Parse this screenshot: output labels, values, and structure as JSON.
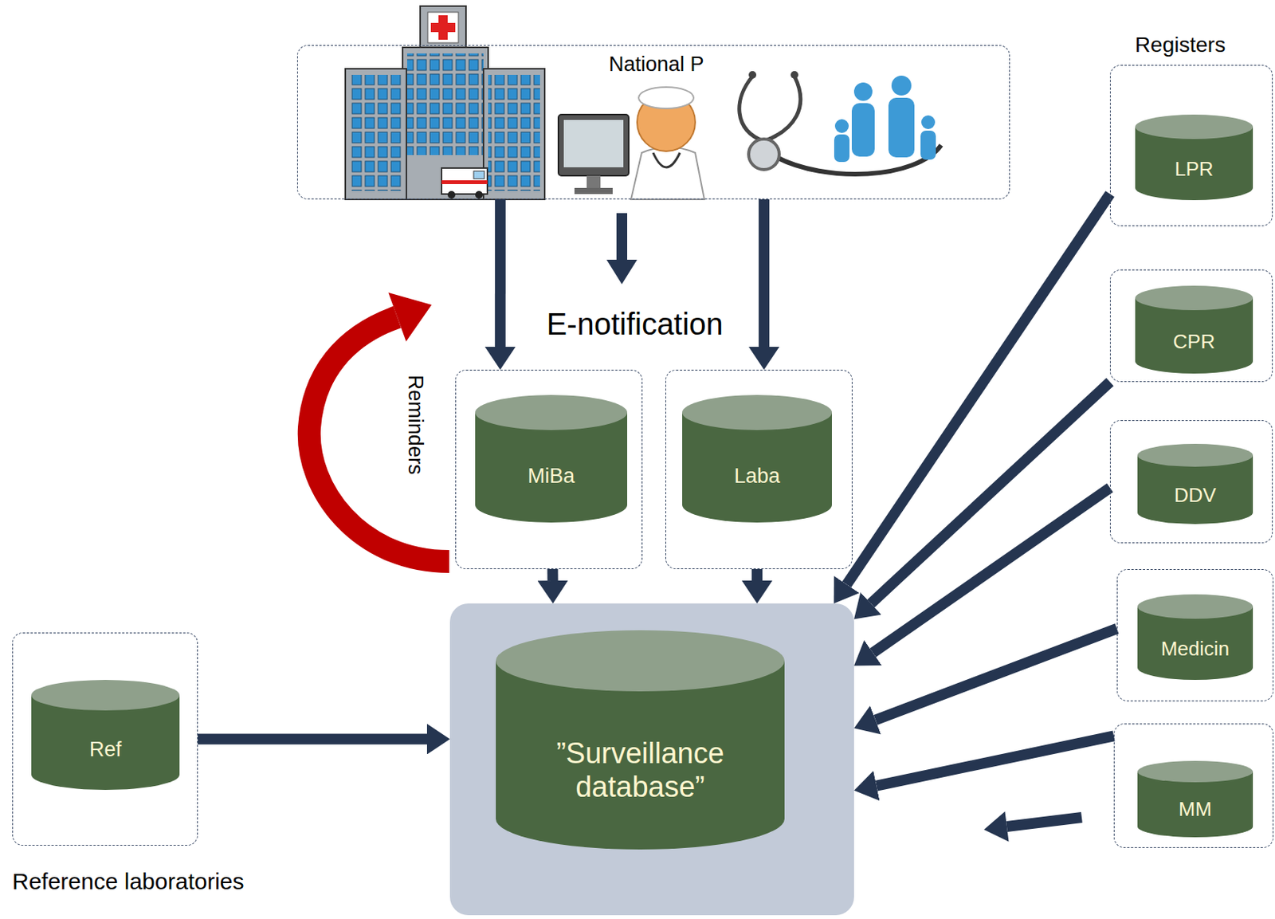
{
  "diagram": {
    "nodes": [
      {
        "text": [
          "National P"
        ]
      },
      {
        "text": [
          "LPR"
        ]
      },
      {
        "text": [
          "CPR"
        ]
      },
      {
        "text": [
          "MiBa"
        ]
      },
      {
        "text": [
          "Laba"
        ]
      },
      {
        "text": [
          "DDV"
        ]
      },
      {
        "text": [
          "Medicin"
        ]
      },
      {
        "text": [
          "Ref"
        ]
      },
      {
        "text": [
          "”Surveillance database”"
        ]
      },
      {
        "text": [
          "MM"
        ]
      }
    ],
    "edges": [
      {
        "from": 0,
        "to": 3,
        "arrow": "to"
      },
      {
        "from": 0,
        "to": 4,
        "arrow": "to"
      },
      {
        "from": 3,
        "to": 8,
        "arrow": "to"
      },
      {
        "from": 4,
        "to": 8,
        "arrow": "to"
      },
      {
        "from": 7,
        "to": 8,
        "arrow": "to"
      },
      {
        "from": 1,
        "to": 8,
        "arrow": "to"
      },
      {
        "from": 2,
        "to": 8,
        "arrow": "to"
      },
      {
        "from": 5,
        "to": 8,
        "arrow": "to"
      },
      {
        "from": 6,
        "to": 8,
        "arrow": "to"
      },
      {
        "from": 9,
        "to": 8,
        "arrow": "to"
      }
    ],
    "labels": [
      "Registers",
      "E-notification",
      "Reminders",
      "Reference laboratories"
    ]
  }
}
